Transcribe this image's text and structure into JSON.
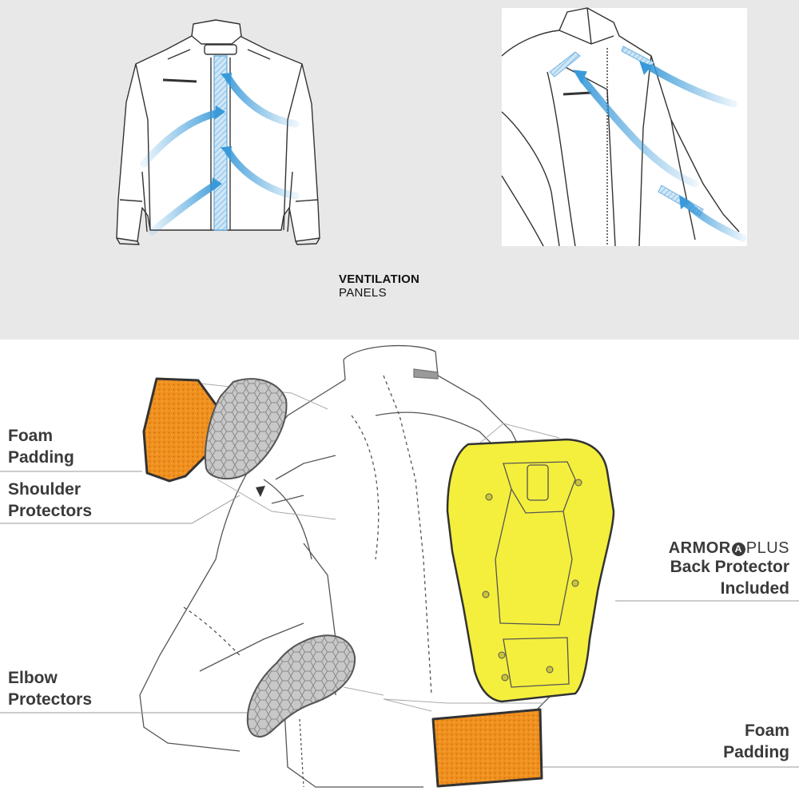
{
  "ventilation": {
    "title": "VENTILATION",
    "subtitle": "PANELS"
  },
  "labels": {
    "shoulder_foam": [
      "Foam",
      "Padding"
    ],
    "shoulder_protectors": [
      "Shoulder",
      "Protectors"
    ],
    "elbow_protectors": [
      "Elbow",
      "Protectors"
    ],
    "back_protector": [
      "Back Protector",
      "Included"
    ],
    "back_foam": [
      "Foam",
      "Padding"
    ]
  },
  "brand": {
    "name_bold": "ARMOR",
    "mark": "A",
    "name_light": "PLUS"
  },
  "colors": {
    "top_background": "#e8e8e8",
    "airflow_blue": "#3a9ad9",
    "foam_orange": "#f0901e",
    "back_protector_yellow": "#f4ef3c",
    "protector_gray": "#c8c8c8",
    "outline": "#333333"
  },
  "icons": [
    "airflow-arrow-icon",
    "armorplus-logo-icon"
  ]
}
